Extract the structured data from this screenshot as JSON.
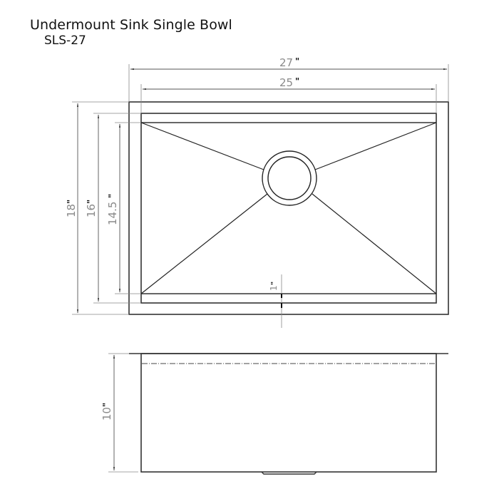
{
  "header": {
    "title": "Undermount Sink Single Bowl",
    "model": "SLS-27"
  },
  "top_view": {
    "overall_width": "27",
    "bowl_width": "25",
    "overall_depth": "18",
    "bowl_depth": "16",
    "inner_depth": "14.5",
    "ledge_depth": "1",
    "inch_mark": "\""
  },
  "side_view": {
    "height": "10"
  },
  "colors": {
    "line": "#333333",
    "dim_line": "#666666",
    "dim_text": "#8a8a8a"
  }
}
